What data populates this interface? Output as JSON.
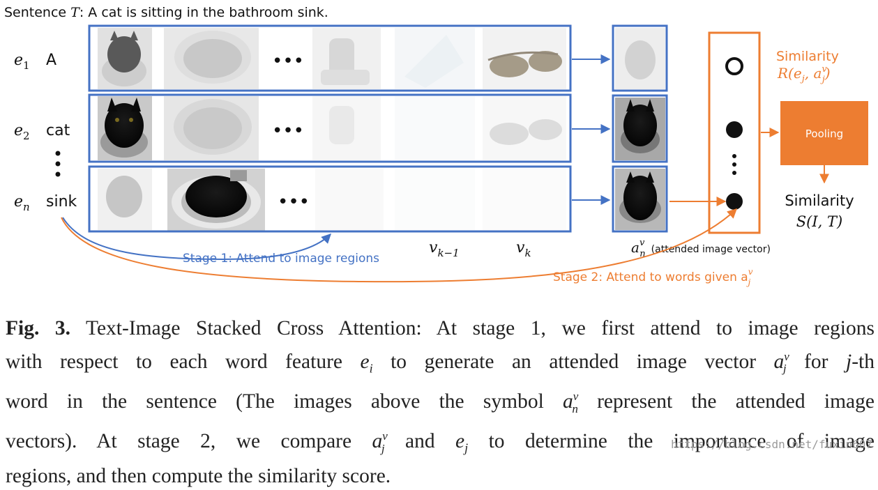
{
  "figure": {
    "sentence_prefix": "Sentence ",
    "sentence_symbol": "T",
    "sentence_text": ": A cat is sitting in the bathroom sink.",
    "rows": [
      {
        "embed": "e",
        "sub": "1",
        "word": "A"
      },
      {
        "embed": "e",
        "sub": "2",
        "word": "cat"
      },
      {
        "embed": "e",
        "sub": "n",
        "word": "sink"
      }
    ],
    "ellipsis": "•••",
    "region_labels": {
      "left_base": "v",
      "left_sub": "k−1",
      "right_base": "v",
      "right_sub": "k"
    },
    "attended": {
      "base": "a",
      "sub": "n",
      "sup": "v",
      "note": "(attended image vector)"
    },
    "similarity_r": {
      "title": "Similarity",
      "formula": "R(e",
      "formula_sub": "j",
      "formula_mid": ", a",
      "formula_sub2": "j",
      "formula_sup": "v",
      "formula_end": ")"
    },
    "pooling_label": "Pooling",
    "similarity_s": {
      "title": "Similarity",
      "formula": "S(I, T)"
    },
    "stage1": "Stage 1: Attend to image regions",
    "stage2": "Stage 2: Attend to words given a",
    "stage2_sub": "j",
    "stage2_sup": "v",
    "colors": {
      "blue": "#4472c4",
      "orange": "#ed7d31",
      "pooling_fill": "#ed7d31"
    }
  },
  "caption": {
    "label": "Fig. 3.",
    "line1": " Text-Image Stacked Cross Attention: At stage 1, we first attend to image regions",
    "line2a": "with respect to each word feature ",
    "line2b": "e",
    "line2c": "i",
    "line2d": " to generate an attended image vector ",
    "line2e": "a",
    "line2f": "v",
    "line2g": "j",
    "line2h": " for ",
    "line2i": "j",
    "line2j": "-th",
    "line3a": "word in the sentence (The images above the symbol ",
    "line3b": "a",
    "line3c": "v",
    "line3d": "n",
    "line3e": " represent the attended image",
    "line4a": "vectors). At stage 2, we compare ",
    "line4b": "a",
    "line4c": "v",
    "line4d": "j",
    "line4e": " and ",
    "line4f": "e",
    "line4g": "j",
    "line4h": " to determine the importance of image",
    "line5": "regions, and then compute the similarity score."
  },
  "watermark": "https://blog.csdn.net/fuxin607"
}
